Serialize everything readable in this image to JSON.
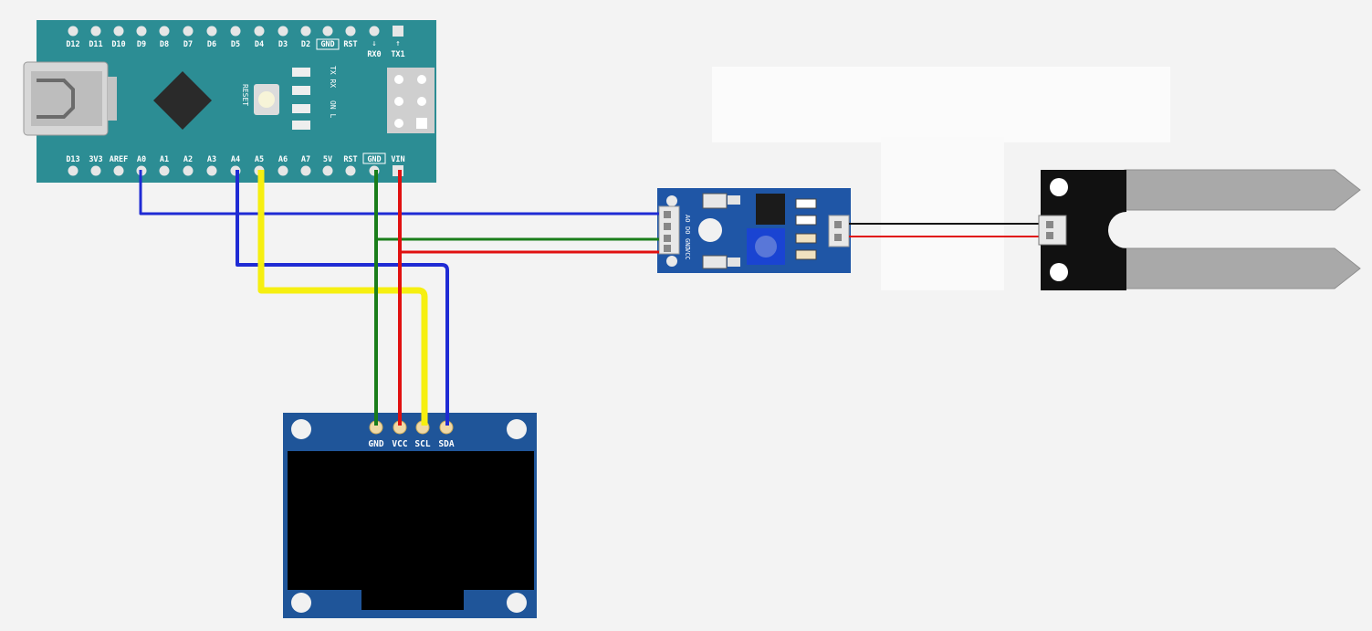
{
  "nano": {
    "top_pins": [
      "D12",
      "D11",
      "D10",
      "D9",
      "D8",
      "D7",
      "D6",
      "D5",
      "D4",
      "D3",
      "D2",
      "GND",
      "RST",
      "RX0",
      "TX1"
    ],
    "bottom_pins": [
      "D13",
      "3V3",
      "AREF",
      "A0",
      "A1",
      "A2",
      "A3",
      "A4",
      "A5",
      "A6",
      "A7",
      "5V",
      "RST",
      "GND",
      "VIN"
    ],
    "reset_label": "RESET",
    "led_labels": [
      "TX RX",
      "ON L"
    ]
  },
  "sensor_module": {
    "pins": [
      "AO",
      "DO",
      "GND",
      "VCC"
    ]
  },
  "oled": {
    "pins": [
      "GND",
      "VCC",
      "SCL",
      "SDA"
    ]
  },
  "colors": {
    "board_teal": "#2c8d94",
    "module_blue": "#1f56a6",
    "oled_blue": "#1f5599",
    "wire_blue": "#1f2bd4",
    "wire_green": "#1a7d1a",
    "wire_red": "#e01010",
    "wire_yellow": "#f6ef10",
    "probe_black": "#111111",
    "probe_metal": "#a9a9a9"
  }
}
